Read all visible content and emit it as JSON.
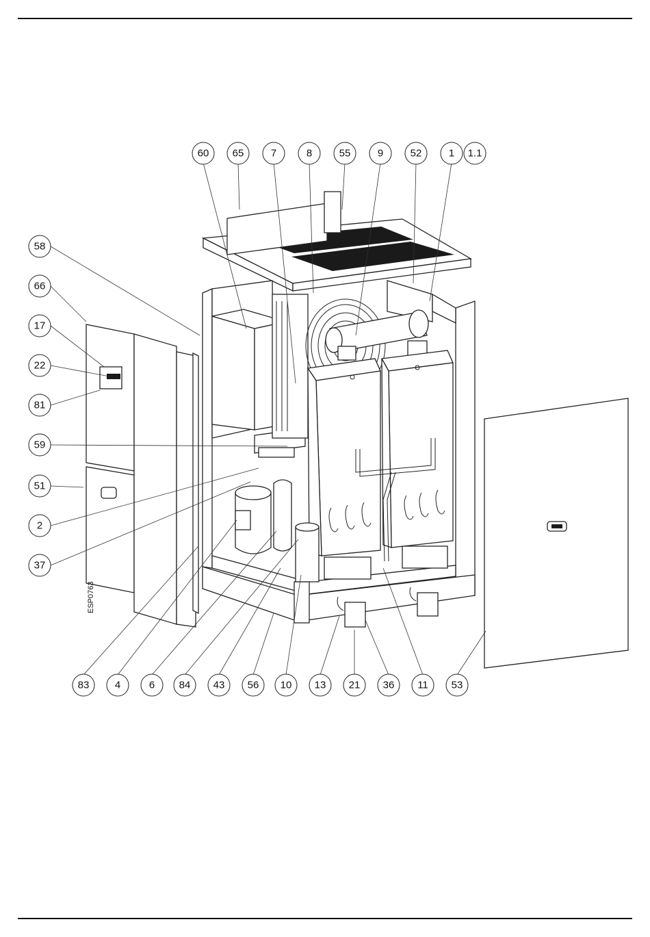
{
  "document": {
    "drawing_code": "ESP0763",
    "callouts": [
      {
        "id": "c60",
        "label": "60"
      },
      {
        "id": "c65",
        "label": "65"
      },
      {
        "id": "c7",
        "label": "7"
      },
      {
        "id": "c8",
        "label": "8"
      },
      {
        "id": "c55",
        "label": "55"
      },
      {
        "id": "c9",
        "label": "9"
      },
      {
        "id": "c52",
        "label": "52"
      },
      {
        "id": "c1",
        "label": "1"
      },
      {
        "id": "c1_1",
        "label": "1.1"
      },
      {
        "id": "c58",
        "label": "58"
      },
      {
        "id": "c66",
        "label": "66"
      },
      {
        "id": "c17",
        "label": "17"
      },
      {
        "id": "c22",
        "label": "22"
      },
      {
        "id": "c81",
        "label": "81"
      },
      {
        "id": "c59",
        "label": "59"
      },
      {
        "id": "c51",
        "label": "51"
      },
      {
        "id": "c2",
        "label": "2"
      },
      {
        "id": "c37",
        "label": "37"
      },
      {
        "id": "c83",
        "label": "83"
      },
      {
        "id": "c4",
        "label": "4"
      },
      {
        "id": "c6",
        "label": "6"
      },
      {
        "id": "c84",
        "label": "84"
      },
      {
        "id": "c43",
        "label": "43"
      },
      {
        "id": "c56",
        "label": "56"
      },
      {
        "id": "c10",
        "label": "10"
      },
      {
        "id": "c13",
        "label": "13"
      },
      {
        "id": "c21",
        "label": "21"
      },
      {
        "id": "c36",
        "label": "36"
      },
      {
        "id": "c11",
        "label": "11"
      },
      {
        "id": "c53",
        "label": "53"
      }
    ]
  }
}
